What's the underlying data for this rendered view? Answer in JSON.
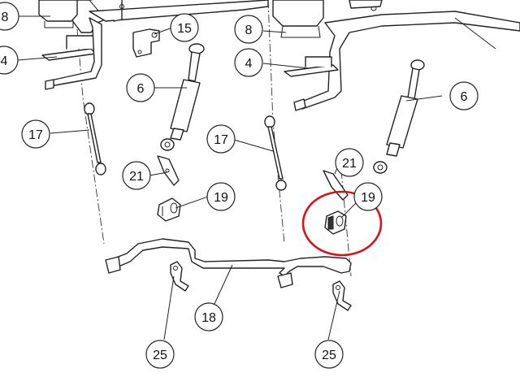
{
  "callouts": [
    {
      "id": "c8a",
      "label": "8"
    },
    {
      "id": "c4a",
      "label": "4"
    },
    {
      "id": "c15",
      "label": "15"
    },
    {
      "id": "c6a",
      "label": "6"
    },
    {
      "id": "c17a",
      "label": "17"
    },
    {
      "id": "c21a",
      "label": "21"
    },
    {
      "id": "c19a",
      "label": "19"
    },
    {
      "id": "c18",
      "label": "18"
    },
    {
      "id": "c25a",
      "label": "25"
    },
    {
      "id": "c8b",
      "label": "8"
    },
    {
      "id": "c4b",
      "label": "4"
    },
    {
      "id": "c6b",
      "label": "6"
    },
    {
      "id": "c17b",
      "label": "17"
    },
    {
      "id": "c21b",
      "label": "21"
    },
    {
      "id": "c19b",
      "label": "19"
    },
    {
      "id": "c25b",
      "label": "25"
    }
  ],
  "highlight": {
    "color": "#d6121b",
    "target": "19"
  }
}
